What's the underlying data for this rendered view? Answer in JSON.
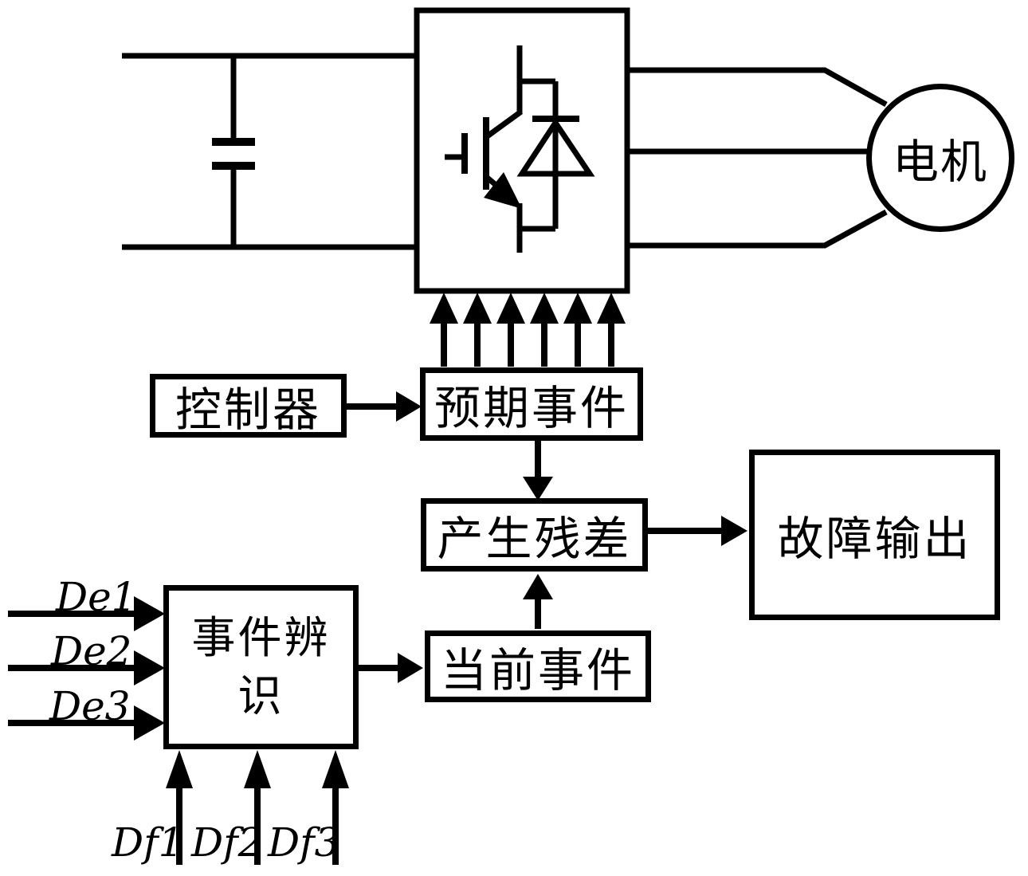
{
  "diagram": {
    "title": "inverter-drive-fault-diagnosis-block-diagram",
    "background": "#ffffff",
    "ink": "#000000",
    "blocks": {
      "motor": {
        "label": "电机"
      },
      "controller": {
        "label": "控制器"
      },
      "expected_event": {
        "label": "预期事件"
      },
      "generate_residual": {
        "label": "产生残差"
      },
      "fault_output": {
        "label": "故障输出"
      },
      "event_identification": {
        "lines": [
          "事件辨",
          "识"
        ]
      },
      "current_event": {
        "label": "当前事件"
      }
    },
    "signal_labels": {
      "de1": "De1",
      "de2": "De2",
      "de3": "De3",
      "df1": "Df1",
      "df2": "Df2",
      "df3": "Df3"
    }
  }
}
